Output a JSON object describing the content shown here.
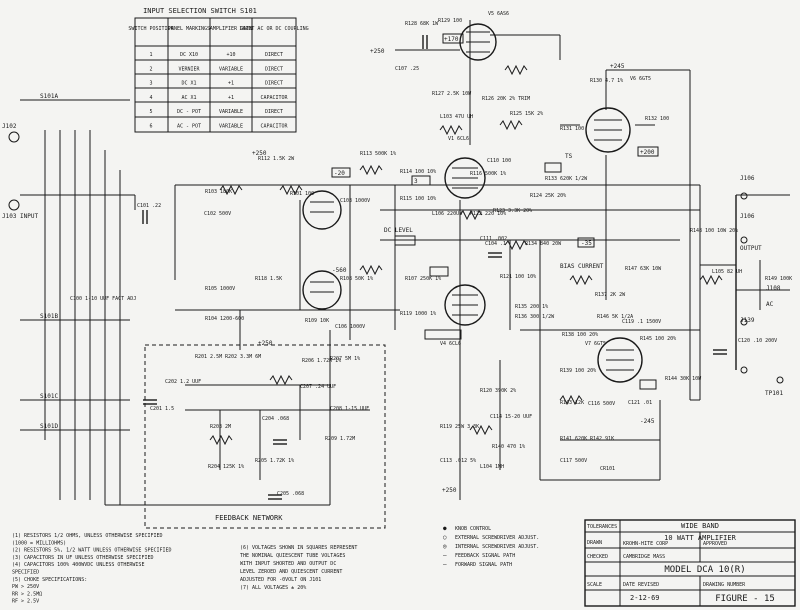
{
  "switch_table": {
    "title": "INPUT SELECTION SWITCH S101",
    "headers": [
      "SWITCH POSITION",
      "PANEL MARKINGS",
      "AMPLIFIER GAIN",
      "INPUT AC OR DC COUPLING"
    ],
    "rows": [
      [
        "1",
        "DC X10",
        "+10",
        "DIRECT"
      ],
      [
        "2",
        "VERNIER",
        "VARIABLE",
        "DIRECT"
      ],
      [
        "3",
        "DC X1",
        "+1",
        "DIRECT"
      ],
      [
        "4",
        "AC X1",
        "+1",
        "CAPACITOR"
      ],
      [
        "5",
        "DC - POT",
        "VARIABLE",
        "DIRECT"
      ],
      [
        "6",
        "AC - POT",
        "VARIABLE",
        "CAPACITOR"
      ]
    ]
  },
  "parts": [
    {
      "id": "r128",
      "label": "R128 68K 1W"
    },
    {
      "id": "r129",
      "label": "R129 100"
    },
    {
      "id": "v5",
      "label": "V5 6AS6"
    },
    {
      "id": "c107",
      "label": "C107 .25"
    },
    {
      "id": "r127",
      "label": "R127 2.5K 10W"
    },
    {
      "id": "r126",
      "label": "R126 20K 2% TRIM"
    },
    {
      "id": "r125",
      "label": "R125 15K 2%"
    },
    {
      "id": "r130",
      "label": "R130 4.7 1%"
    },
    {
      "id": "v6",
      "label": "V6 6GT5"
    },
    {
      "id": "r131",
      "label": "R131 100"
    },
    {
      "id": "r132",
      "label": "R132 100"
    },
    {
      "id": "c110",
      "label": "C110 100"
    },
    {
      "id": "r133",
      "label": "R133 620K 1/2W"
    },
    {
      "id": "l103",
      "label": "L103 47U UH"
    },
    {
      "id": "v1",
      "label": "V1 6CL6"
    },
    {
      "id": "r112",
      "label": "R112 1.5K 2W"
    },
    {
      "id": "r113",
      "label": "R113 500K 1%"
    },
    {
      "id": "r114",
      "label": "R114 100 10%"
    },
    {
      "id": "r115",
      "label": "R115 100 10%"
    },
    {
      "id": "r116",
      "label": "R116 500K 1%"
    },
    {
      "id": "l106",
      "label": "L106 220UH"
    },
    {
      "id": "r122",
      "label": "R122 220 10%"
    },
    {
      "id": "r123",
      "label": "R123 3.3K 20%"
    },
    {
      "id": "r124",
      "label": "R124 25K 20%"
    },
    {
      "id": "r103",
      "label": "R103 180K"
    },
    {
      "id": "r101",
      "label": "R101 100"
    },
    {
      "id": "c101",
      "label": "C101 .22"
    },
    {
      "id": "c102",
      "label": "C102 500V"
    },
    {
      "id": "c103",
      "label": "C103 1000V"
    },
    {
      "id": "c100",
      "label": "C100 1-10 UUF FACT ADJ"
    },
    {
      "id": "r104",
      "label": "R104 1200-600"
    },
    {
      "id": "r105",
      "label": "R105 1000V"
    },
    {
      "id": "r107",
      "label": "R107 250K 1%"
    },
    {
      "id": "r108",
      "label": "R108 50K 1%"
    },
    {
      "id": "r109",
      "label": "R109 10K"
    },
    {
      "id": "c106",
      "label": "C106 1000V"
    },
    {
      "id": "c104",
      "label": "C104 .1"
    },
    {
      "id": "r118",
      "label": "R118 1.5K"
    },
    {
      "id": "r119",
      "label": "R119 1000 1%"
    },
    {
      "id": "r121",
      "label": "R121 100 10%"
    },
    {
      "id": "c111",
      "label": "C111 .002"
    },
    {
      "id": "r134",
      "label": "R134 840 20W"
    },
    {
      "id": "r135",
      "label": "R135 200 1%"
    },
    {
      "id": "r136",
      "label": "R136 300 1/2W"
    },
    {
      "id": "r137",
      "label": "R137 2K 2W"
    },
    {
      "id": "r138",
      "label": "R138 100 20%"
    },
    {
      "id": "r139",
      "label": "R139 100 20%"
    },
    {
      "id": "r145",
      "label": "R145 100 20%"
    },
    {
      "id": "v7",
      "label": "V7 6GT5"
    },
    {
      "id": "r146",
      "label": "R146 5K 1/2A"
    },
    {
      "id": "r147",
      "label": "R147 63K 10W"
    },
    {
      "id": "r148",
      "label": "R148 100 10W 20%"
    },
    {
      "id": "r149",
      "label": "R149 100K"
    },
    {
      "id": "c119",
      "label": "C119 .1 1500V"
    },
    {
      "id": "c120",
      "label": "C120 .10 200V"
    },
    {
      "id": "r144",
      "label": "R144 30K 10W"
    },
    {
      "id": "r143",
      "label": "R143 12K"
    },
    {
      "id": "c116",
      "label": "C116 500V"
    },
    {
      "id": "c121",
      "label": "C121 .01"
    },
    {
      "id": "r141",
      "label": "R141 620K"
    },
    {
      "id": "r142",
      "label": "R142 91K"
    },
    {
      "id": "c117",
      "label": "C117 500V"
    },
    {
      "id": "cr101",
      "label": "CR101"
    },
    {
      "id": "c114",
      "label": "C114 15-20 UUF"
    },
    {
      "id": "r140",
      "label": "R140 470 1%"
    },
    {
      "id": "r119b",
      "label": "R119 25W 3.3K"
    },
    {
      "id": "c113",
      "label": "C113 .012 5%"
    },
    {
      "id": "l104",
      "label": "L104 1MH"
    },
    {
      "id": "r120",
      "label": "R120 390K 2%"
    },
    {
      "id": "v4",
      "label": "V4 6CL6"
    },
    {
      "id": "l105",
      "label": "L105 82 UH"
    },
    {
      "id": "r201",
      "label": "R201 2.5M"
    },
    {
      "id": "r202",
      "label": "R202 3.3M 6M"
    },
    {
      "id": "c202",
      "label": "C202 1.2 UUF"
    },
    {
      "id": "r203",
      "label": "R203 2M"
    },
    {
      "id": "c204",
      "label": "C204 .068"
    },
    {
      "id": "r204",
      "label": "R204 125K 1%"
    },
    {
      "id": "r205",
      "label": "R205 1.72K 1%"
    },
    {
      "id": "r206",
      "label": "R206 1.72M 1%"
    },
    {
      "id": "r207",
      "label": "R207 5M 1%"
    },
    {
      "id": "c207",
      "label": "C207 .24 UUF"
    },
    {
      "id": "c208",
      "label": "C208 1-15 UUF"
    },
    {
      "id": "c205",
      "label": "C205 .068"
    },
    {
      "id": "c201",
      "label": "C201 1.5"
    },
    {
      "id": "r209",
      "label": "R209 1.72M"
    }
  ],
  "connectors": [
    {
      "id": "j102",
      "label": "J102"
    },
    {
      "id": "j103",
      "label": "J103 INPUT"
    },
    {
      "id": "s101a",
      "label": "S101A"
    },
    {
      "id": "s101b",
      "label": "S101B"
    },
    {
      "id": "s101c",
      "label": "S101C"
    },
    {
      "id": "s101d",
      "label": "S101D"
    },
    {
      "id": "j106",
      "label": "J106"
    },
    {
      "id": "j106b",
      "label": "J106"
    },
    {
      "id": "output",
      "label": "OUTPUT"
    },
    {
      "id": "j108",
      "label": "J108"
    },
    {
      "id": "j139",
      "label": "J139"
    },
    {
      "id": "ac",
      "label": "AC"
    },
    {
      "id": "tp101",
      "label": "TP101"
    }
  ],
  "voltages": [
    {
      "id": "v_250a",
      "label": "+250"
    },
    {
      "id": "v_250b",
      "label": "+250"
    },
    {
      "id": "v_250c",
      "label": "+250"
    },
    {
      "id": "v_250d",
      "label": "+250"
    },
    {
      "id": "v_245a",
      "label": "+245"
    },
    {
      "id": "v_245b",
      "label": "-245"
    },
    {
      "id": "v_200",
      "label": "+200"
    },
    {
      "id": "v_170",
      "label": "+170"
    },
    {
      "id": "v_560",
      "label": "-560"
    },
    {
      "id": "v_20a",
      "label": "-20"
    },
    {
      "id": "v_3",
      "label": "3"
    },
    {
      "id": "v_35",
      "label": "-35"
    },
    {
      "id": "v_ts",
      "label": "TS"
    }
  ],
  "bias_current": "BIAS CURRENT",
  "dc_level": "DC LEVEL",
  "feedback_network": "FEEDBACK NETWORK",
  "notes": [
    "(1) RESISTORS 1/2 OHMS, UNLESS OTHERWISE SPECIFIED",
    "    (1000 = MILLIOHMS)",
    "(2) RESISTORS 5%, 1/2 WATT UNLESS OTHERWISE SPECIFIED",
    "(3) CAPACITORS IN UF UNLESS OTHERWISE SPECIFIED",
    "(4) CAPACITORS 100% 400WVDC UNLESS OTHERWISE",
    "    SPECIFIED",
    "(5) CHOKE SPECIFICATIONS:",
    "    PW > 250V",
    "    RR > 2.5MΩ",
    "    RF > 2.5V"
  ],
  "notes_mid": [
    "(6) VOLTAGES SHOWN IN SQUARES REPRESENT",
    "    THE NOMINAL QUIESCENT TUBE VOLTAGES",
    "    WITH INPUT SHORTED AND OUTPUT DC",
    "    LEVEL ZEROED AND QUIESCENT CURRENT",
    "    ADJUSTED FOR -0VOLT ON J101",
    "(7) ALL VOLTAGES ± 20%"
  ],
  "legend": [
    {
      "symbol": "●",
      "text": "KNOB CONTROL"
    },
    {
      "symbol": "○",
      "text": "EXTERNAL SCREWDRIVER ADJUST."
    },
    {
      "symbol": "◎",
      "text": "INTERNAL SCREWDRIVER ADJUST."
    },
    {
      "symbol": "—",
      "text": "FEEDBACK SIGNAL PATH"
    },
    {
      "symbol": "—",
      "text": "FORWARD SIGNAL PATH"
    }
  ],
  "title_block": {
    "tolerances": "TOLERANCES",
    "title1": "WIDE BAND",
    "title2": "10 WATT AMPLIFIER",
    "company": "KROHN-HITE CORP",
    "location": "CAMBRIDGE MASS",
    "model": "MODEL DCA 10(R)",
    "drawn": "DRAWN",
    "checked": "CHECKED",
    "approved": "APPROVED",
    "date_label": "DATE REVISED",
    "date": "2-12-69",
    "drawing_number_label": "DRAWING NUMBER",
    "figure": "FIGURE - 15",
    "scale": "SCALE"
  }
}
